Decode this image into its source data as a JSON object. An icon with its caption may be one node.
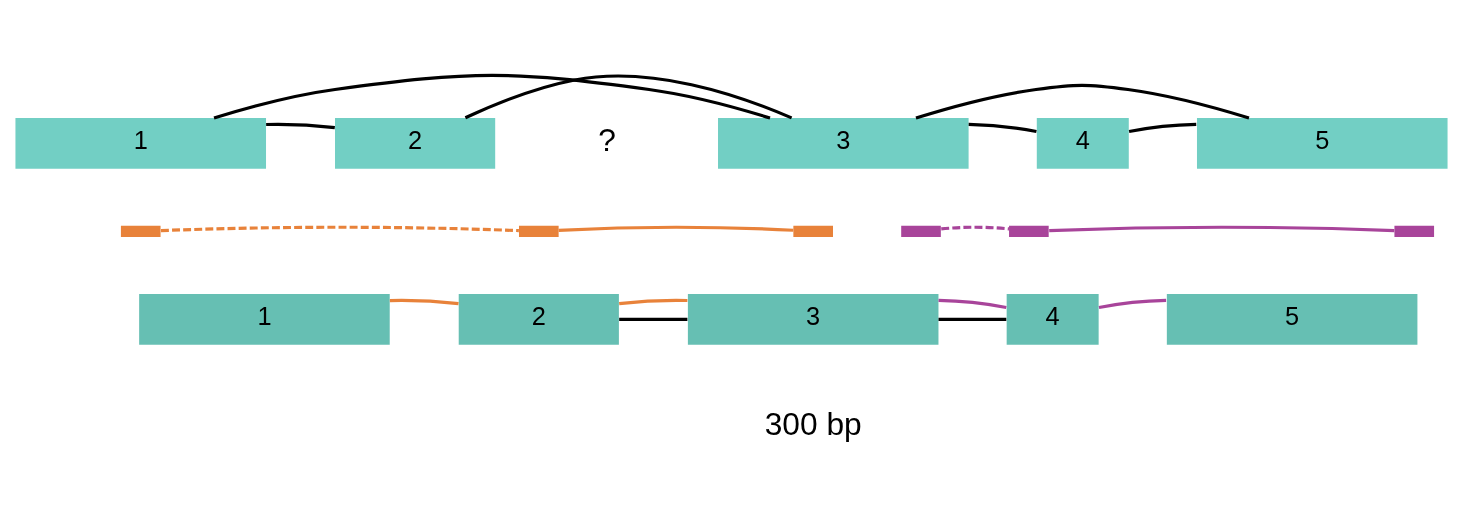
{
  "diagram": {
    "nodes": [
      {
        "text": [
          "1"
        ]
      },
      {
        "text": [
          "2"
        ]
      },
      {
        "text": [
          "3"
        ]
      },
      {
        "text": [
          "4"
        ]
      },
      {
        "text": [
          "5"
        ]
      },
      {
        "text": [],
        "shape": "bar"
      },
      {
        "text": [],
        "shape": "bar"
      },
      {
        "text": [],
        "shape": "bar"
      },
      {
        "text": [],
        "shape": "bar"
      },
      {
        "text": [],
        "shape": "bar"
      },
      {
        "text": [],
        "shape": "bar"
      },
      {
        "text": [
          "1"
        ]
      },
      {
        "text": [
          "2"
        ]
      },
      {
        "text": [
          "3"
        ]
      },
      {
        "text": [
          "4"
        ]
      },
      {
        "text": [
          "5"
        ]
      }
    ],
    "edges": [
      {
        "from": 0,
        "to": 1,
        "arrow": "none"
      },
      {
        "from": 1,
        "to": 2,
        "arrow": "none"
      },
      {
        "from": 2,
        "to": 3,
        "arrow": "none"
      },
      {
        "from": 3,
        "to": 4,
        "arrow": "none"
      },
      {
        "from": 0,
        "to": 2,
        "arrow": "none"
      },
      {
        "from": 2,
        "to": 4,
        "arrow": "none"
      },
      {
        "from": 12,
        "to": 13,
        "arrow": "none"
      },
      {
        "from": 13,
        "to": 14,
        "arrow": "none"
      },
      {
        "from": 5,
        "to": 6,
        "arrow": "none",
        "style": "dashed",
        "color": "#e8823a"
      },
      {
        "from": 6,
        "to": 7,
        "arrow": "none",
        "color": "#e8823a"
      },
      {
        "from": 8,
        "to": 9,
        "arrow": "none",
        "style": "dashed",
        "color": "#a8449a"
      },
      {
        "from": 9,
        "to": 10,
        "arrow": "none",
        "color": "#a8449a"
      },
      {
        "from": 11,
        "to": 12,
        "arrow": "none",
        "color": "#e8823a"
      },
      {
        "from": 12,
        "to": 13,
        "arrow": "none",
        "color": "#e8823a"
      },
      {
        "from": 13,
        "to": 14,
        "arrow": "none",
        "color": "#a8449a"
      },
      {
        "from": 14,
        "to": 15,
        "arrow": "none",
        "color": "#a8449a"
      }
    ],
    "labels": [
      "?",
      "300 bp"
    ]
  }
}
